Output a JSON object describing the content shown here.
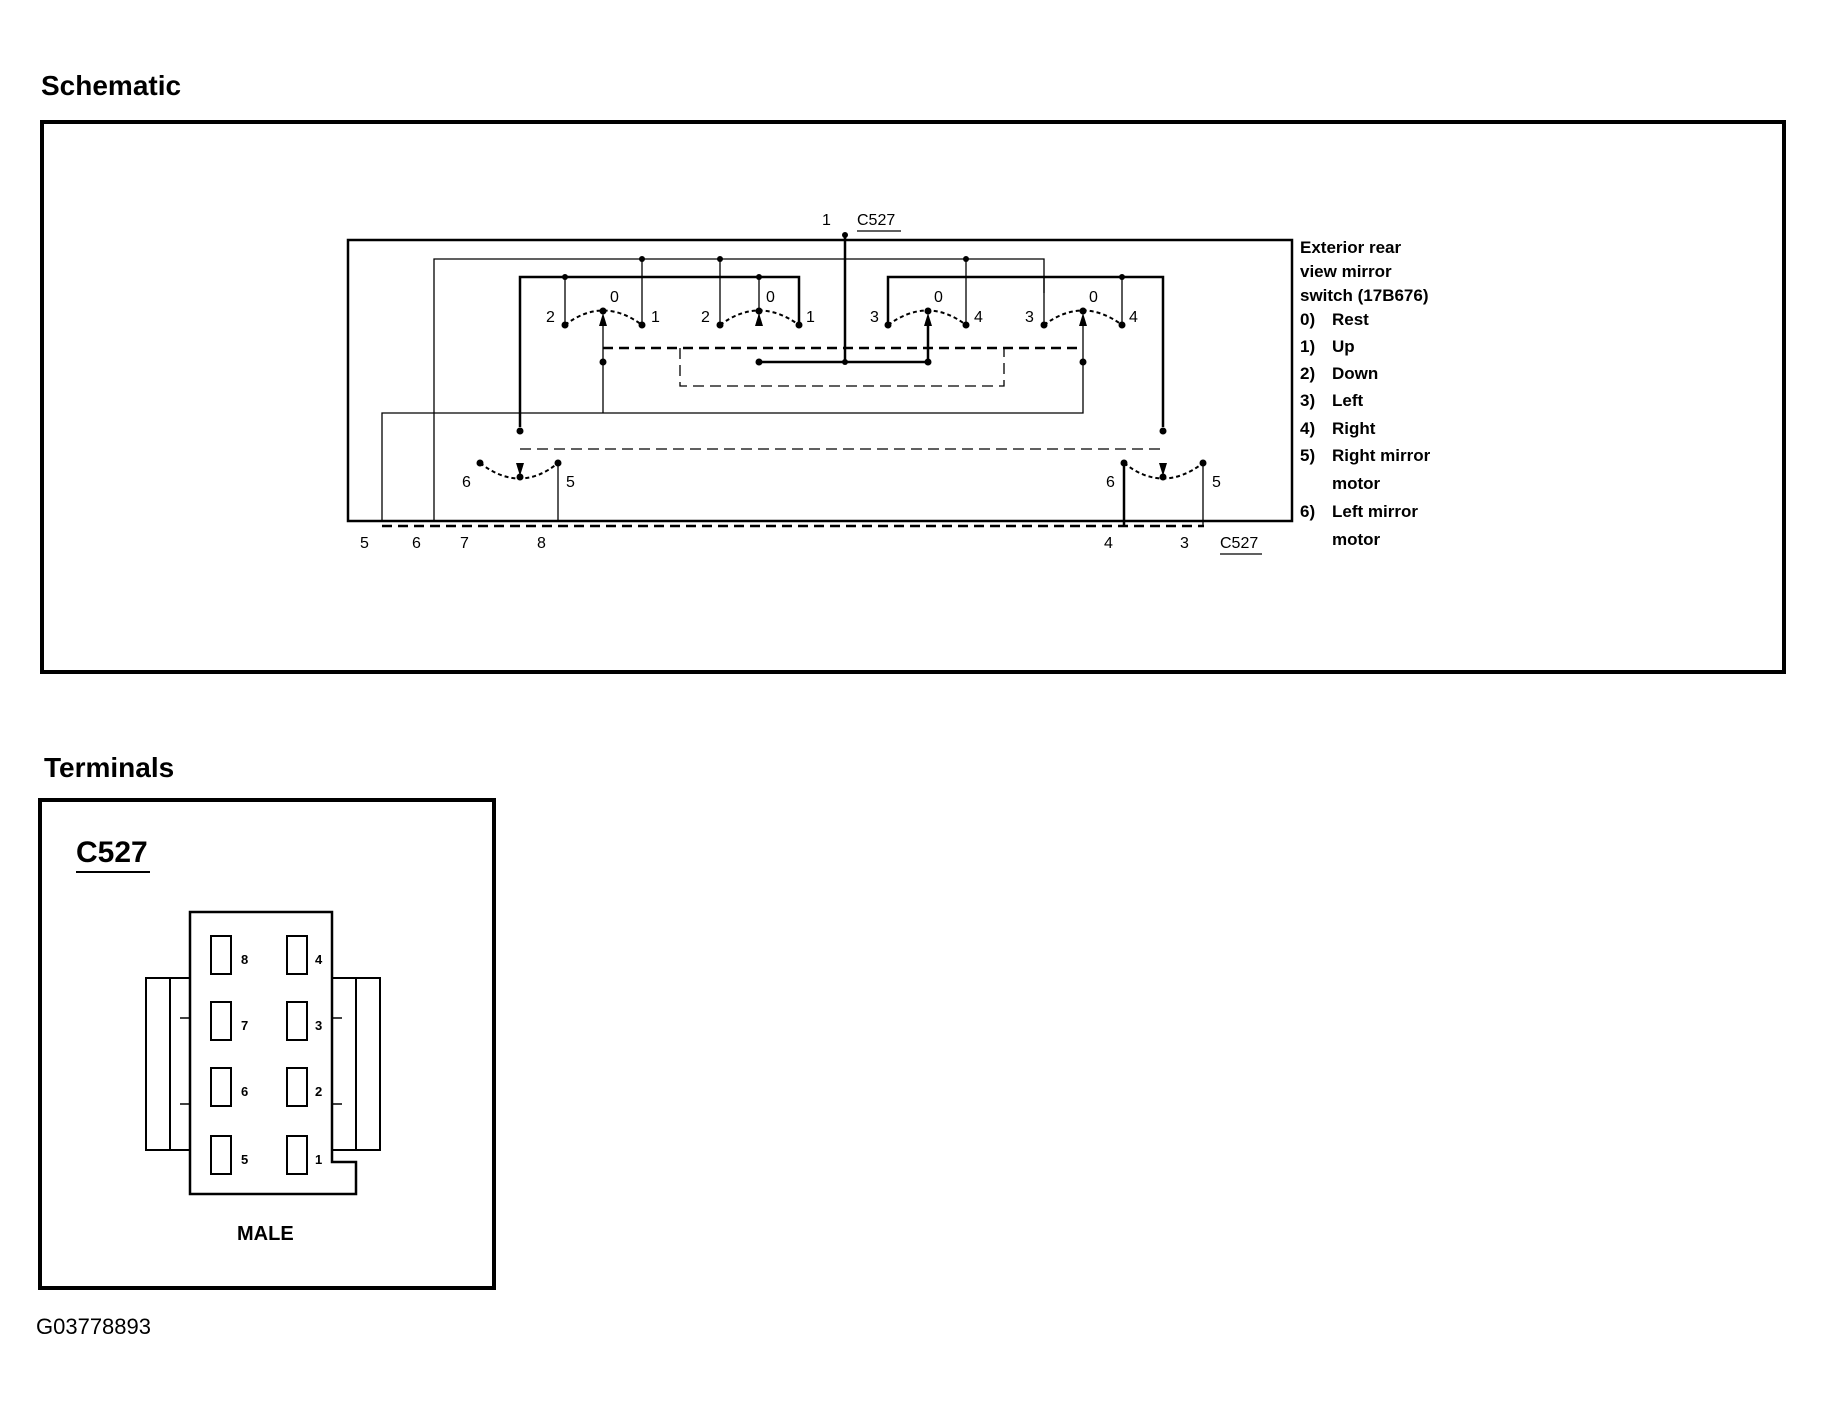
{
  "schematic": {
    "title": "Schematic",
    "connector_top": {
      "pin": "1",
      "name": "C527"
    },
    "connector_bottom": {
      "name": "C527",
      "pins_left": [
        "5",
        "6",
        "7",
        "8"
      ],
      "pins_right": [
        "4",
        "3"
      ]
    },
    "switch_groups": [
      {
        "left": "2",
        "center": "0",
        "right": "1"
      },
      {
        "left": "2",
        "center": "0",
        "right": "1"
      },
      {
        "left": "3",
        "center": "0",
        "right": "4"
      },
      {
        "left": "3",
        "center": "0",
        "right": "4"
      }
    ],
    "motor_switches": [
      {
        "left": "6",
        "right": "5"
      },
      {
        "left": "6",
        "right": "5"
      }
    ],
    "legend": {
      "title_lines": [
        "Exterior rear",
        "view mirror",
        "switch (17B676)"
      ],
      "items": [
        {
          "num": "0)",
          "lines": [
            "Rest"
          ]
        },
        {
          "num": "1)",
          "lines": [
            "Up"
          ]
        },
        {
          "num": "2)",
          "lines": [
            "Down"
          ]
        },
        {
          "num": "3)",
          "lines": [
            "Left"
          ]
        },
        {
          "num": "4)",
          "lines": [
            "Right"
          ]
        },
        {
          "num": "5)",
          "lines": [
            "Right mirror",
            "motor"
          ]
        },
        {
          "num": "6)",
          "lines": [
            "Left mirror",
            "motor"
          ]
        }
      ]
    }
  },
  "terminals": {
    "title": "Terminals",
    "connector": "C527",
    "gender": "MALE",
    "pins_left": [
      "8",
      "7",
      "6",
      "5"
    ],
    "pins_right": [
      "4",
      "3",
      "2",
      "1"
    ]
  },
  "figure_id": "G03778893"
}
